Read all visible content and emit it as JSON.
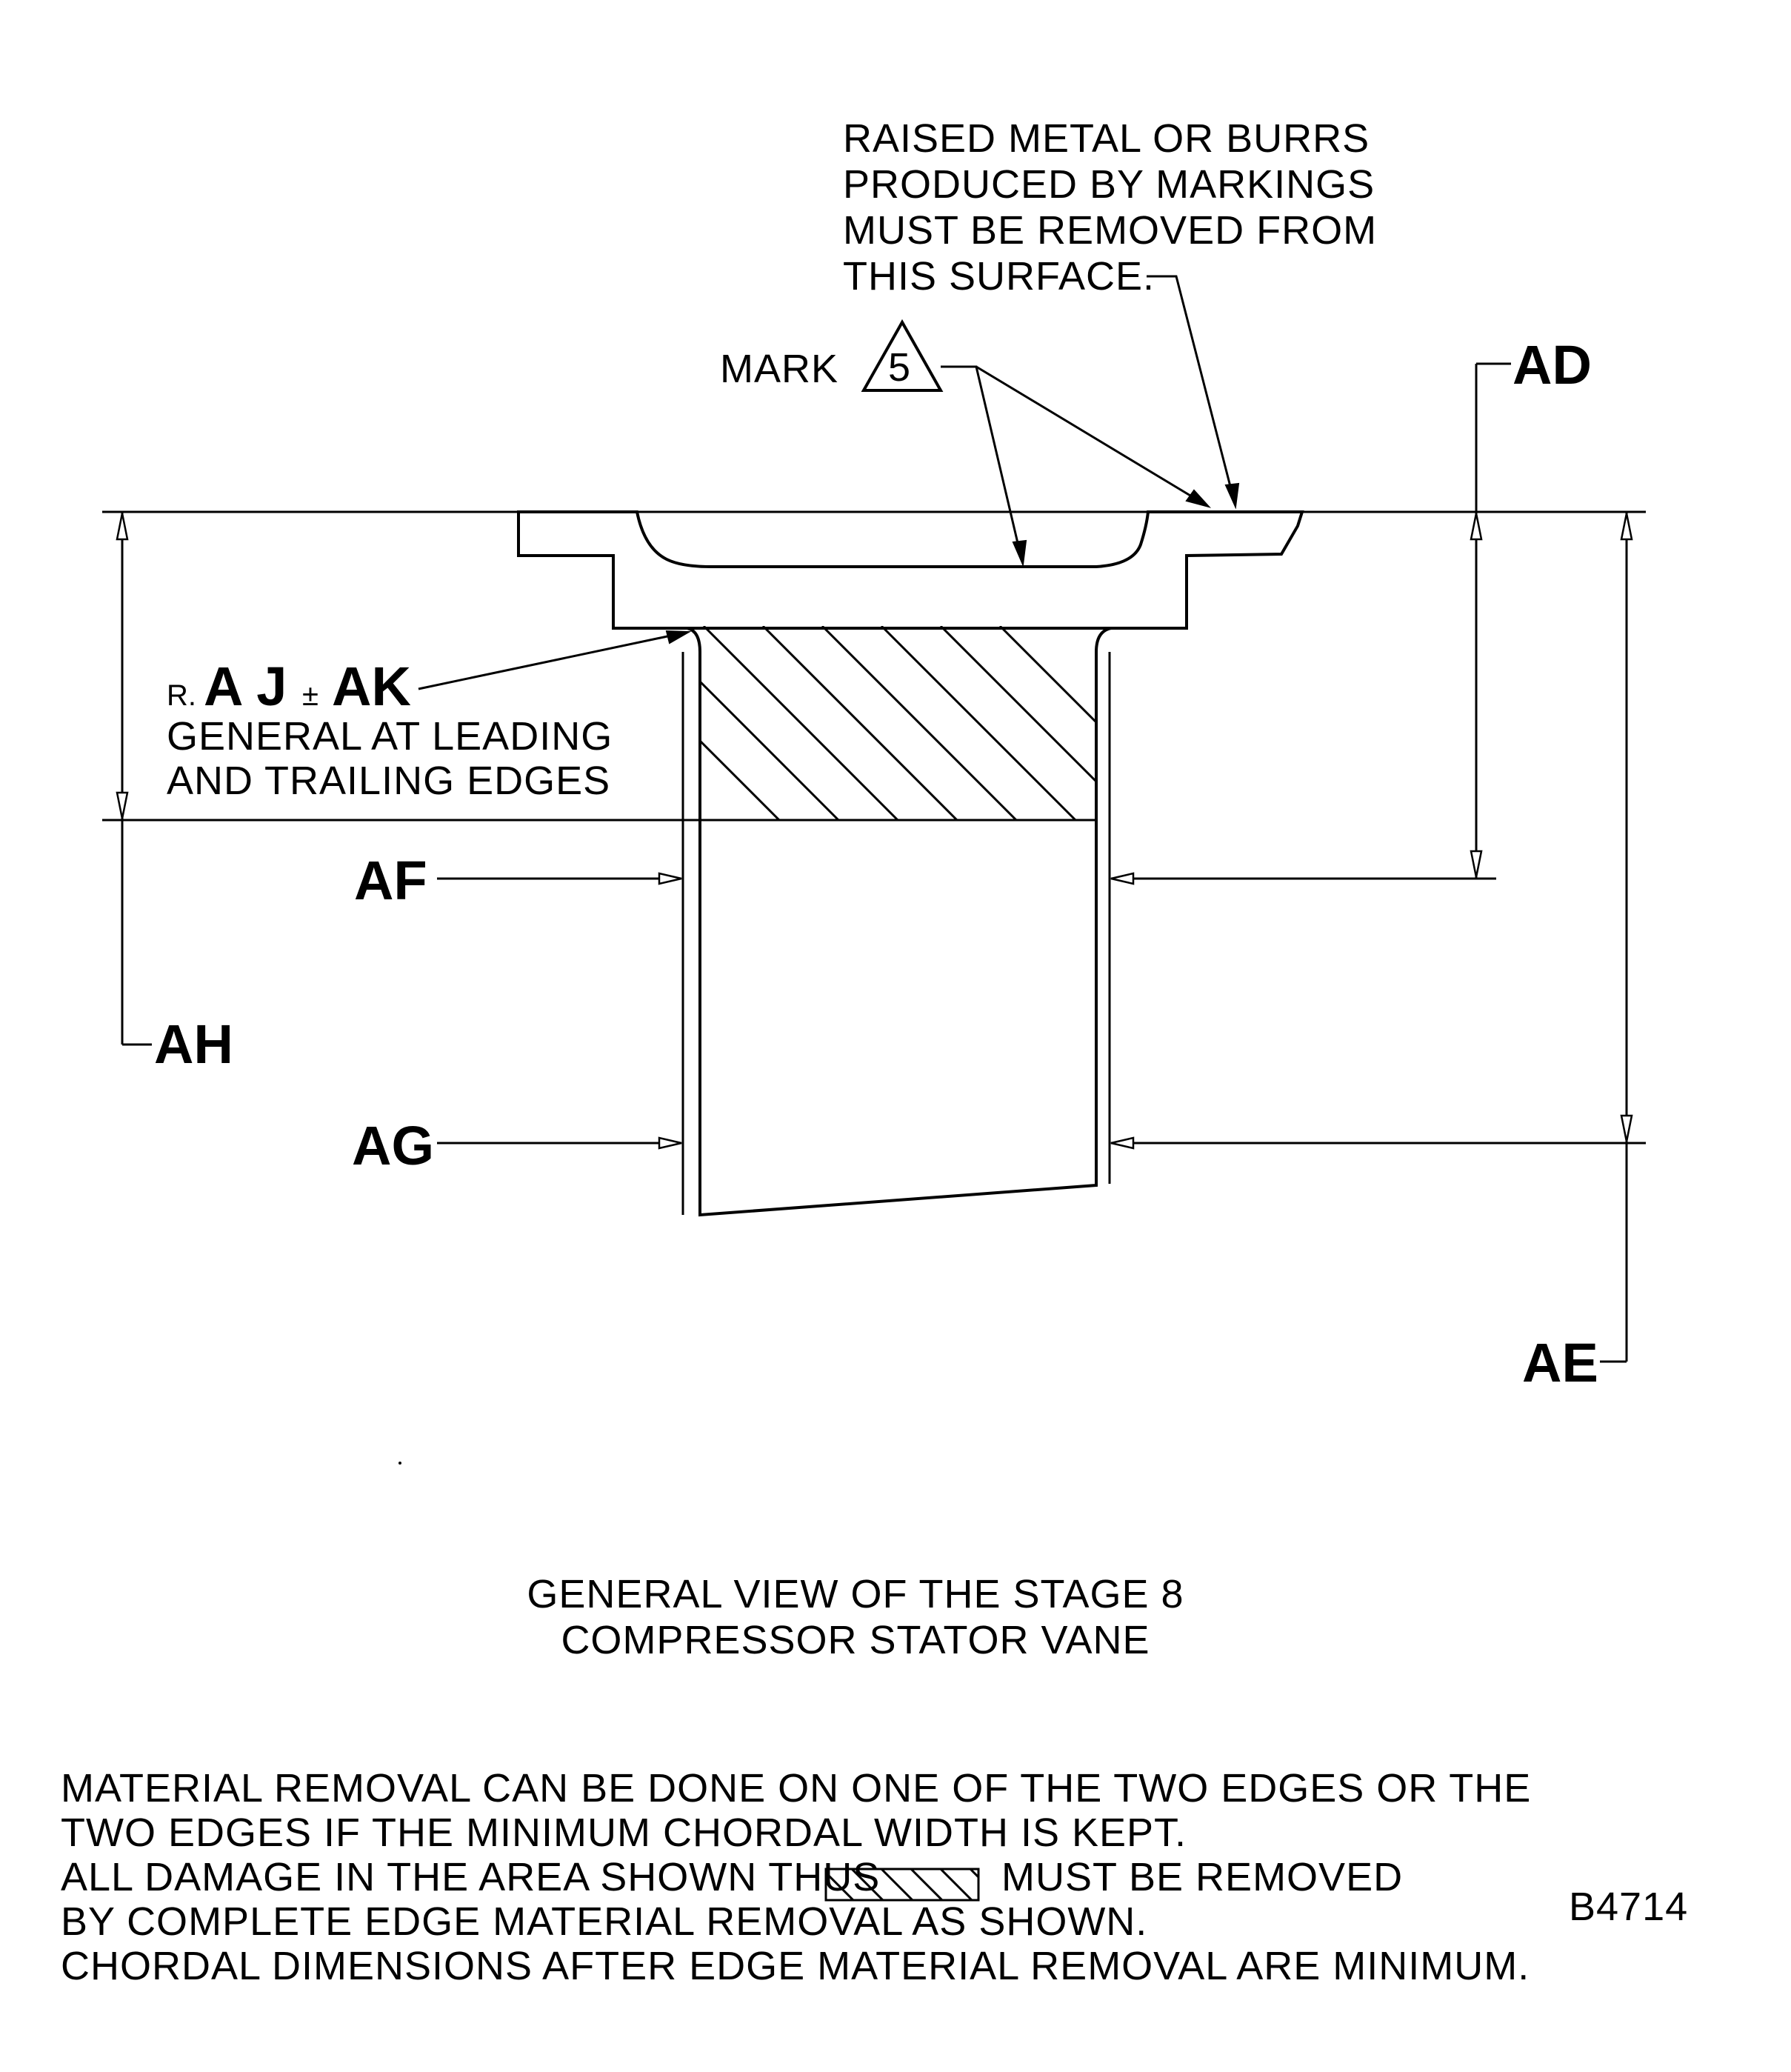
{
  "labels": {
    "top_note": [
      "RAISED METAL OR BURRS",
      "PRODUCED BY MARKINGS",
      "MUST BE REMOVED FROM",
      "THIS SURFACE."
    ],
    "mark": "MARK",
    "mark_number": "5",
    "ref_AD": "AD",
    "ref_AE": "AE",
    "ref_AF": "AF",
    "ref_AG": "AG",
    "ref_AH": "AH",
    "radius_prefix": "R.",
    "radius_value": "A J",
    "radius_tol": "±",
    "radius_tol_value": "AK",
    "radius_note": [
      "GENERAL AT LEADING",
      "AND TRAILING EDGES"
    ]
  },
  "caption": [
    "GENERAL VIEW OF THE STAGE 8",
    "COMPRESSOR STATOR VANE"
  ],
  "notes": {
    "line1": "MATERIAL REMOVAL CAN BE DONE ON ONE OF THE TWO EDGES OR THE",
    "line2": "TWO EDGES IF THE MINIMUM CHORDAL WIDTH IS KEPT.",
    "line3_a": "ALL DAMAGE IN THE AREA SHOWN THUS",
    "line3_b": "MUST BE REMOVED",
    "line4": "BY COMPLETE EDGE MATERIAL REMOVAL AS SHOWN.",
    "line5": "CHORDAL DIMENSIONS AFTER EDGE MATERIAL REMOVAL ARE MINIMUM."
  },
  "figure_id": "B4714"
}
